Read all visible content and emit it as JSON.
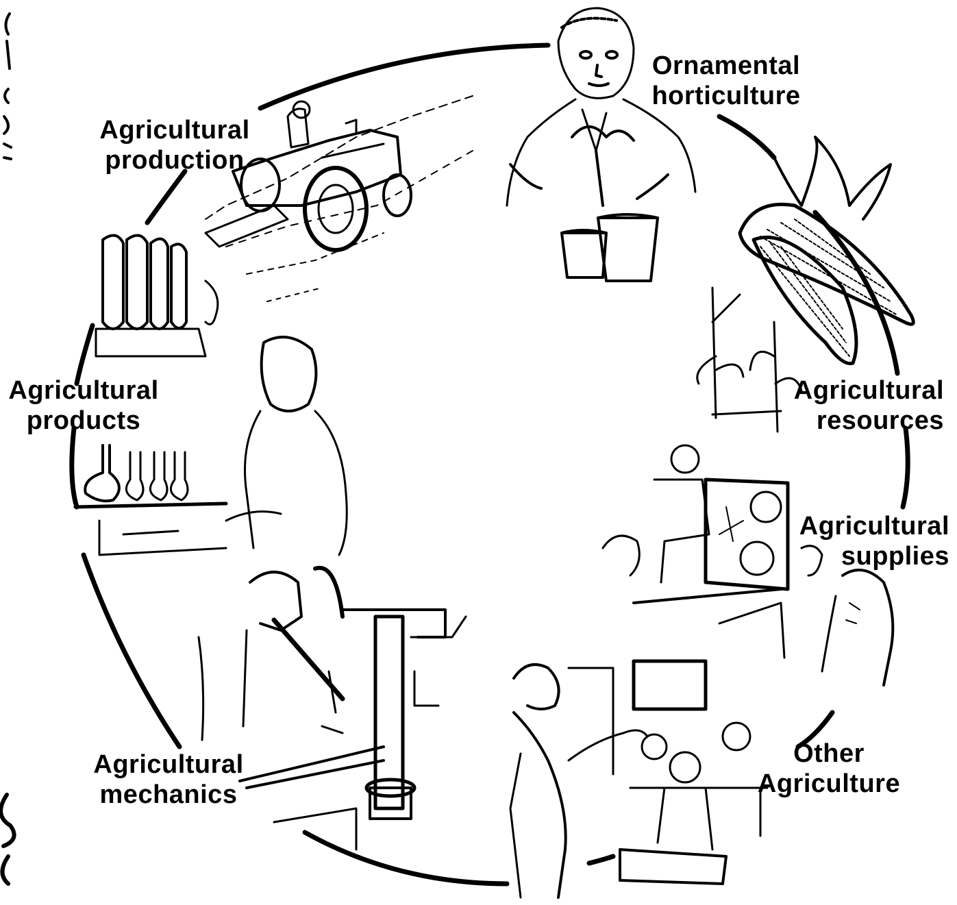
{
  "diagram": {
    "labels": {
      "ornamental": [
        "Ornamental",
        "horticulture"
      ],
      "production": [
        "Agricultural",
        "production"
      ],
      "resources": [
        "Agricultural",
        "resources"
      ],
      "products": [
        "Agricultural",
        "products"
      ],
      "supplies": [
        "Agricultural",
        "supplies"
      ],
      "mechanics": [
        "Agricultural",
        "mechanics"
      ],
      "other": [
        "Other",
        "Agriculture"
      ]
    },
    "colors": {
      "ink": "#000000",
      "background": "#ffffff"
    },
    "illustrations": [
      "woman-holding-potted-plants",
      "tractor-plowing-field",
      "ears-of-corn-and-cornstalks",
      "salesman-presenting-chart",
      "teacher-with-students-in-classroom",
      "student-operating-drill-press",
      "woman-in-laboratory-with-flasks"
    ]
  }
}
